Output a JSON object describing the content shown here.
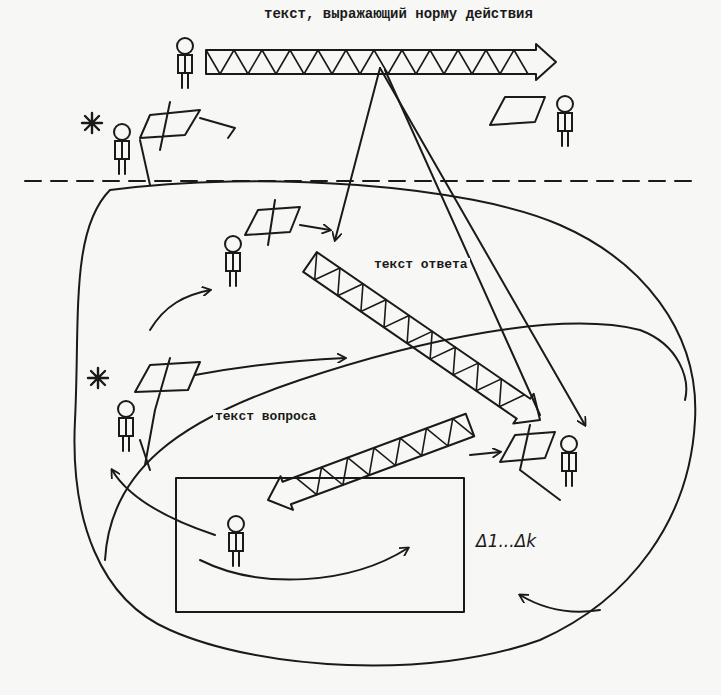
{
  "diagram": {
    "labels": [
      "текст, выражающий норму действия",
      "текст ответа",
      "текст вопроса",
      "Δ1...Δk"
    ]
  }
}
